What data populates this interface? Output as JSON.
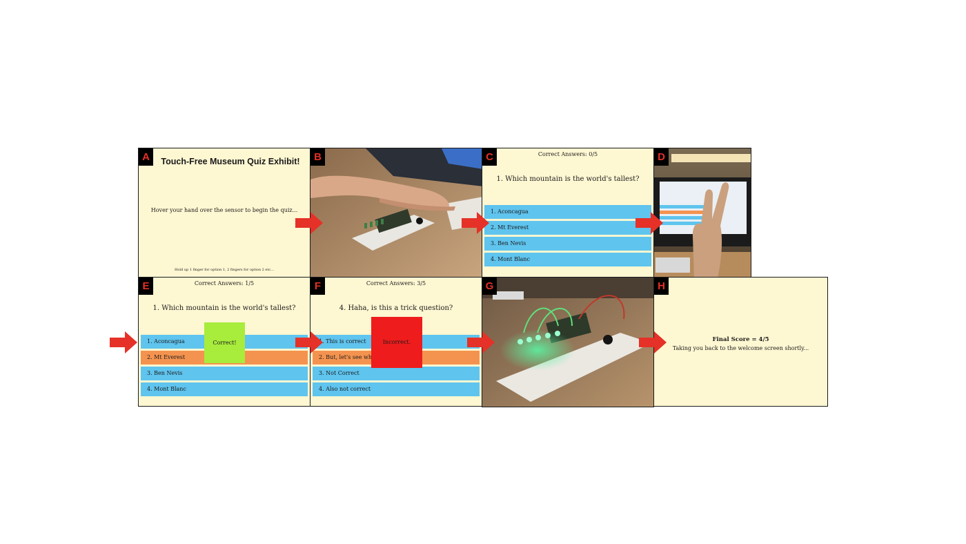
{
  "panels": {
    "a": {
      "tag": "A",
      "title": "Touch-Free Museum Quiz Exhibit!",
      "prompt": "Hover your hand over the sensor to begin the quiz...",
      "hint": "Hold up 1 finger for option 1, 2 fingers for option 2 etc..."
    },
    "b": {
      "tag": "B"
    },
    "c": {
      "tag": "C",
      "score": "Correct Answers: 0/5",
      "question": "1. Which mountain is the world's tallest?",
      "options": [
        "1. Aconcagua",
        "2. Mt Everest",
        "3. Ben Nevis",
        "4. Mont Blanc"
      ]
    },
    "d": {
      "tag": "D"
    },
    "e": {
      "tag": "E",
      "score": "Correct Answers: 1/5",
      "question": "1. Which mountain is the world's tallest?",
      "options": [
        "1. Aconcagua",
        "2. Mt Everest",
        "3. Ben Nevis",
        "4. Mont Blanc"
      ],
      "feedback": "Correct!"
    },
    "f": {
      "tag": "F",
      "score": "Correct Answers: 3/5",
      "question": "4. Haha, is this a trick question?",
      "options": [
        "1. This is correct",
        "2. But, let's see what h",
        "3. Not Correct",
        "4. Also not correct"
      ],
      "feedback": "Incorrect."
    },
    "g": {
      "tag": "G"
    },
    "h": {
      "tag": "H",
      "score": "Final Score = 4/5",
      "message": "Taking you back to the welcome screen shortly..."
    }
  },
  "colors": {
    "quiz_bg": "#fdf7d2",
    "option": "#5fc4ee",
    "option_selected": "#f4934f",
    "correct": "#a8ec3c",
    "incorrect": "#ee1c1c",
    "arrow": "#e53127"
  },
  "icons": {
    "arrow": "arrow-right-icon"
  }
}
